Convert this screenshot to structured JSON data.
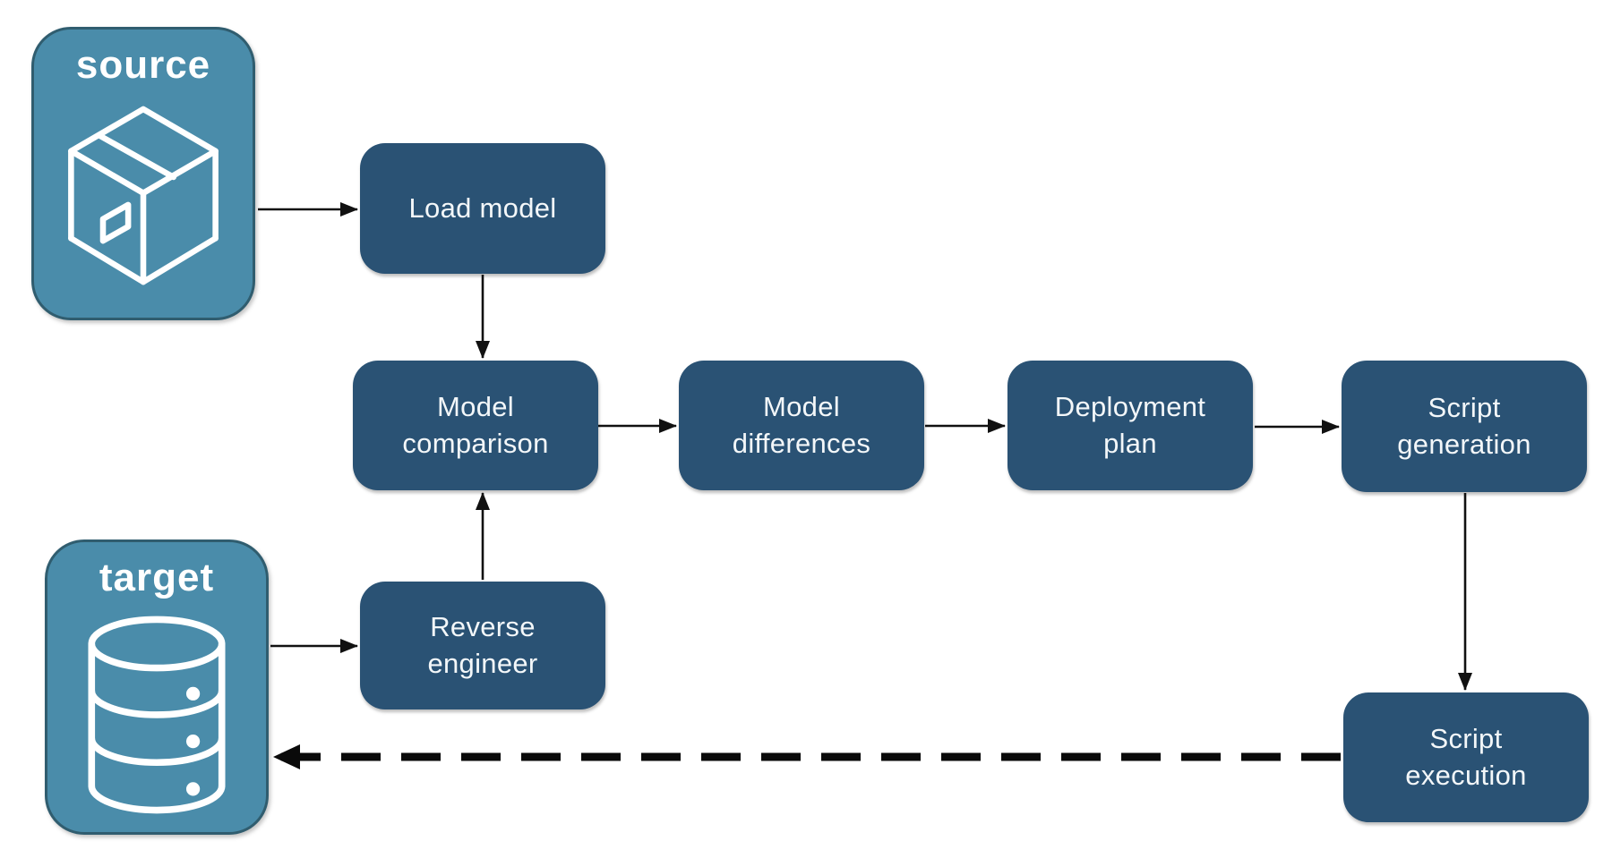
{
  "colors": {
    "container_fill": "#4a8caa",
    "container_border": "#305d6f",
    "node_fill": "#2a5274",
    "label_text": "#ffffff",
    "arrow": "#111111",
    "background": "#ffffff"
  },
  "containers": {
    "source": {
      "label": "source",
      "icon": "package-icon"
    },
    "target": {
      "label": "target",
      "icon": "database-icon"
    }
  },
  "nodes": {
    "load_model": {
      "label": "Load model"
    },
    "model_comparison": {
      "label": "Model\ncomparison"
    },
    "model_differences": {
      "label": "Model\ndifferences"
    },
    "deployment_plan": {
      "label": "Deployment\nplan"
    },
    "script_generation": {
      "label": "Script\ngeneration"
    },
    "reverse_engineer": {
      "label": "Reverse\nengineer"
    },
    "script_execution": {
      "label": "Script\nexecution"
    }
  },
  "edges": [
    {
      "from": "source",
      "to": "load_model",
      "style": "solid"
    },
    {
      "from": "load_model",
      "to": "model_comparison",
      "style": "solid"
    },
    {
      "from": "model_comparison",
      "to": "model_differences",
      "style": "solid"
    },
    {
      "from": "model_differences",
      "to": "deployment_plan",
      "style": "solid"
    },
    {
      "from": "deployment_plan",
      "to": "script_generation",
      "style": "solid"
    },
    {
      "from": "script_generation",
      "to": "script_execution",
      "style": "solid"
    },
    {
      "from": "target",
      "to": "reverse_engineer",
      "style": "solid"
    },
    {
      "from": "reverse_engineer",
      "to": "model_comparison",
      "style": "solid"
    },
    {
      "from": "script_execution",
      "to": "target",
      "style": "dashed"
    }
  ]
}
